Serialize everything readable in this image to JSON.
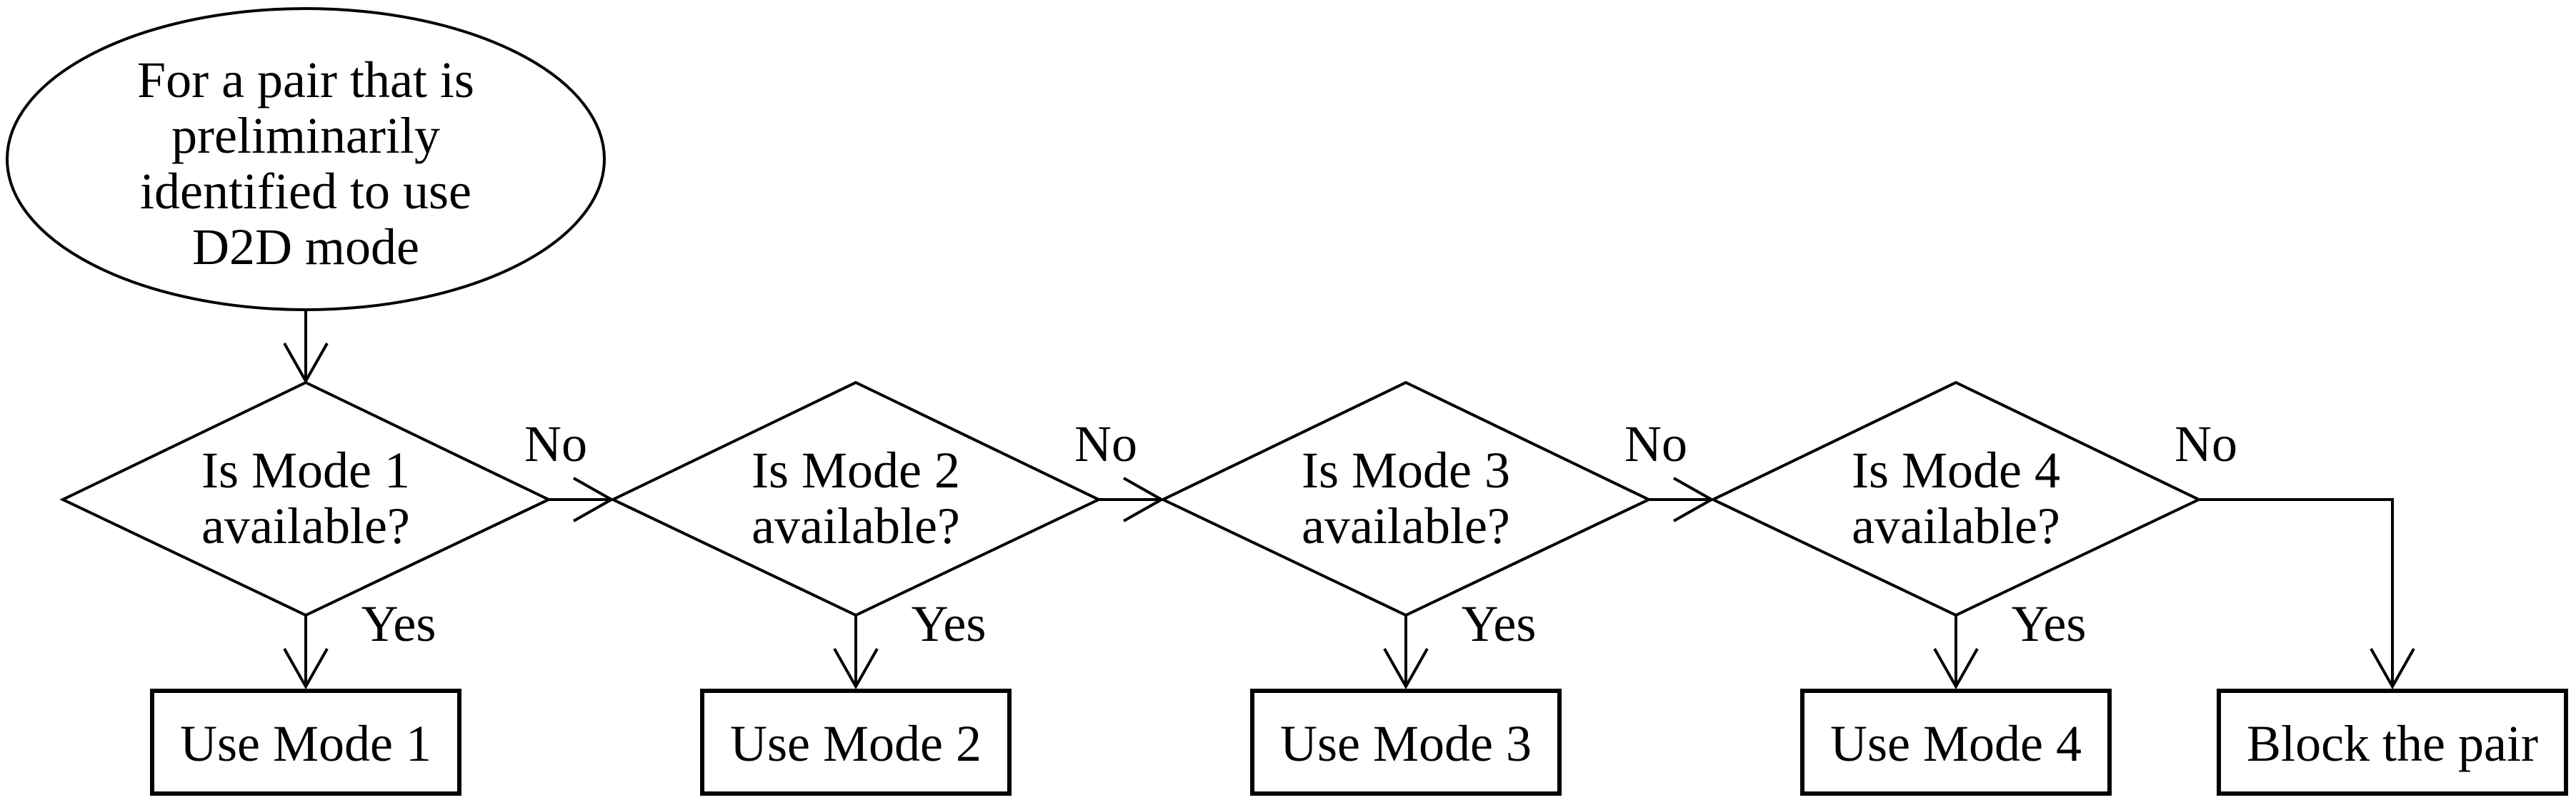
{
  "figure": {
    "type": "flowchart",
    "colors": {
      "stroke": "#000000",
      "text": "#000000",
      "background": "#ffffff"
    },
    "start": {
      "lines": [
        "For a pair that is",
        "preliminarily",
        "identified to use",
        "D2D mode"
      ]
    },
    "decisions": [
      {
        "question_line1": "Is Mode 1",
        "question_line2": "available?",
        "no_label": "No",
        "yes_label": "Yes",
        "action": "Use Mode 1"
      },
      {
        "question_line1": "Is Mode 2",
        "question_line2": "available?",
        "no_label": "No",
        "yes_label": "Yes",
        "action": "Use Mode 2"
      },
      {
        "question_line1": "Is Mode 3",
        "question_line2": "available?",
        "no_label": "No",
        "yes_label": "Yes",
        "action": "Use Mode 3"
      },
      {
        "question_line1": "Is Mode 4",
        "question_line2": "available?",
        "no_label": "No",
        "yes_label": "Yes",
        "action": "Use Mode 4"
      }
    ],
    "final_action": "Block the pair"
  }
}
